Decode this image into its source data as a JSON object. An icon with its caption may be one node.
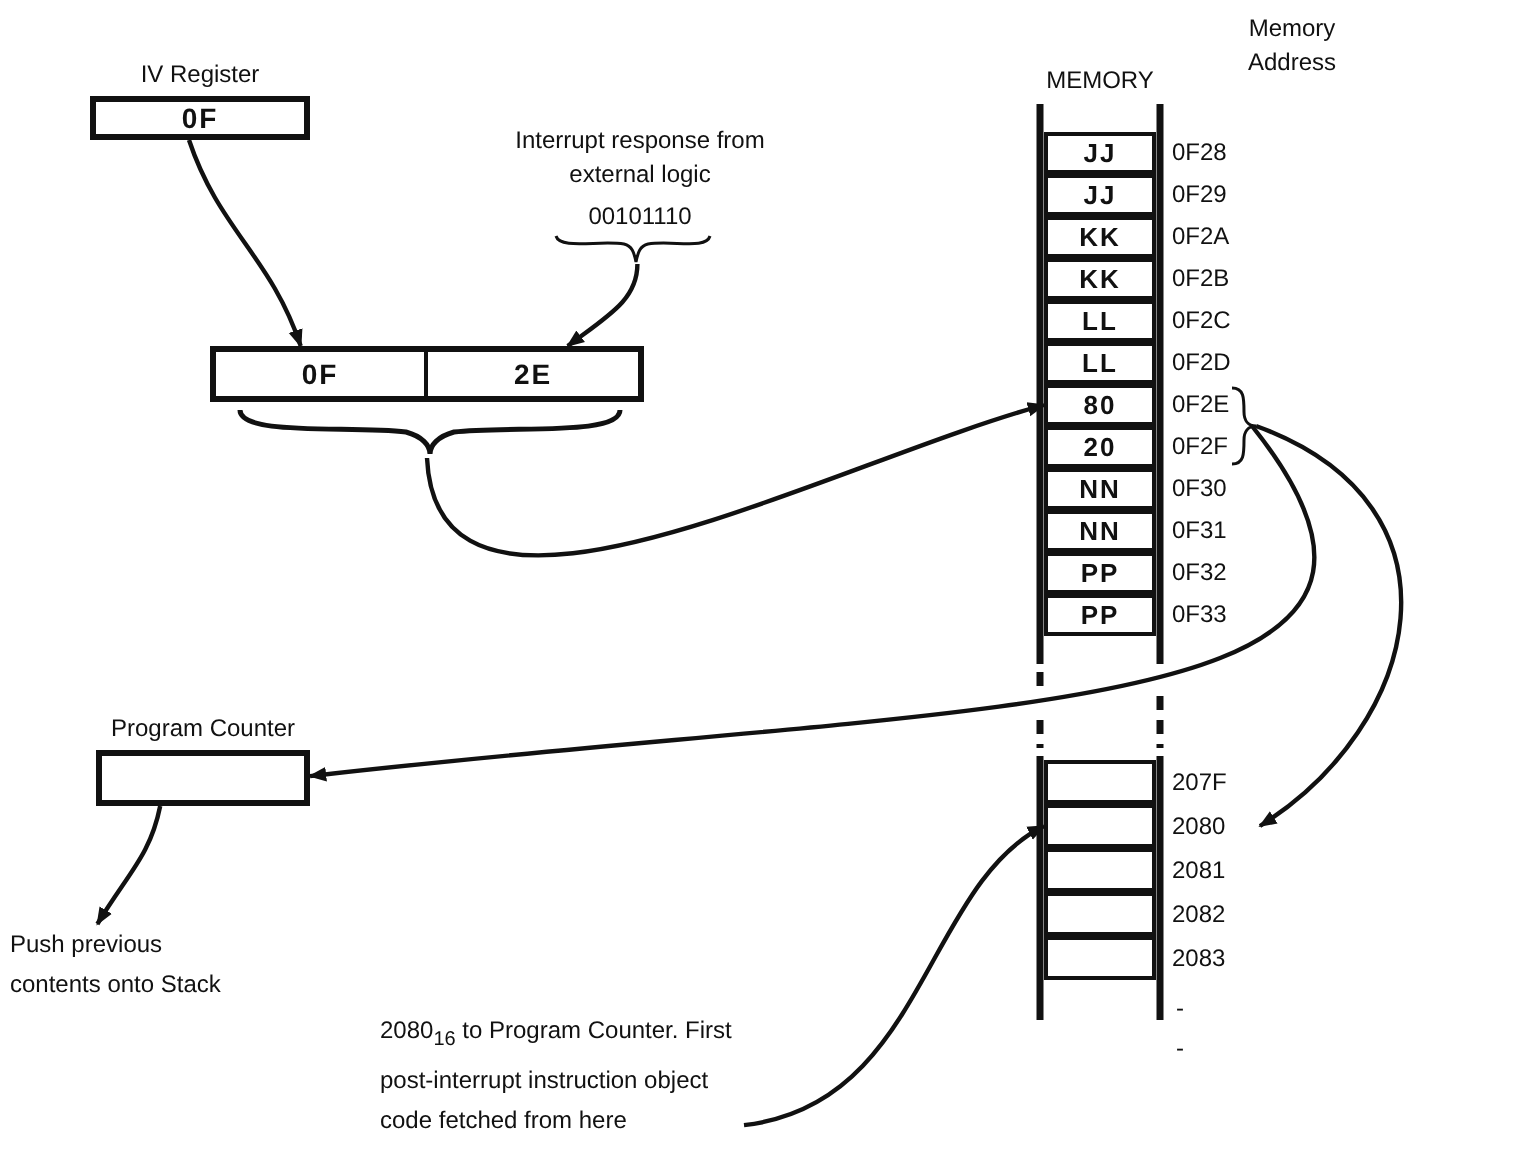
{
  "diagram": {
    "nodes": [
      {
        "text": [
          "IV Register",
          "0F"
        ]
      },
      {
        "text": [
          "Interrupt response from external logic",
          "00101110"
        ]
      },
      {
        "text": [
          "0F"
        ]
      },
      {
        "text": [
          "2E"
        ]
      },
      {
        "text": [
          "MEMORY"
        ]
      },
      {
        "text": [
          "JJ"
        ],
        "in": 4,
        "beside": [
          "0F28"
        ]
      },
      {
        "text": [
          "JJ"
        ],
        "in": 4,
        "beside": [
          "0F29"
        ]
      },
      {
        "text": [
          "KK"
        ],
        "in": 4,
        "beside": [
          "0F2A"
        ]
      },
      {
        "text": [
          "KK"
        ],
        "in": 4,
        "beside": [
          "0F2B"
        ]
      },
      {
        "text": [
          "LL"
        ],
        "in": 4,
        "beside": [
          "0F2C"
        ]
      },
      {
        "text": [
          "LL"
        ],
        "in": 4,
        "beside": [
          "0F2D"
        ]
      },
      {
        "text": [
          "80"
        ],
        "in": 4,
        "beside": [
          "0F2E"
        ]
      },
      {
        "text": [
          "20"
        ],
        "in": 4,
        "beside": [
          "0F2F"
        ]
      },
      {
        "text": [
          "NN"
        ],
        "in": 4,
        "beside": [
          "0F30"
        ]
      },
      {
        "text": [
          "NN"
        ],
        "in": 4,
        "beside": [
          "0F31"
        ]
      },
      {
        "text": [
          "PP"
        ],
        "in": 4,
        "beside": [
          "0F32"
        ]
      },
      {
        "text": [
          "PP"
        ],
        "in": 4,
        "beside": [
          "0F33"
        ]
      },
      {
        "text": [],
        "shape": "box",
        "in": 4,
        "beside": [
          "207F"
        ]
      },
      {
        "text": [],
        "shape": "box",
        "in": 4,
        "beside": [
          "2080"
        ]
      },
      {
        "text": [],
        "shape": "box",
        "in": 4,
        "beside": [
          "2081"
        ]
      },
      {
        "text": [],
        "shape": "box",
        "in": 4,
        "beside": [
          "2082"
        ]
      },
      {
        "text": [],
        "shape": "box",
        "in": 4,
        "beside": [
          "2083"
        ]
      },
      {
        "text": [
          "Program Counter"
        ]
      },
      {
        "text": [
          "Push previous contents onto Stack"
        ]
      },
      {
        "text": [
          "2080$_{16}$ to Program Counter. First post-interrupt instruction object code fetched from here"
        ]
      }
    ],
    "edges": [
      {
        "from": 0,
        "to": 2,
        "arrow": "to"
      },
      {
        "from": 1,
        "to": 3,
        "arrow": "to"
      },
      {
        "from": 2,
        "to": 11,
        "arrow": "to"
      },
      {
        "from": 3,
        "to": 11,
        "arrow": "to"
      },
      {
        "from": 11,
        "to": 22,
        "arrow": "to"
      },
      {
        "from": 12,
        "to": 22,
        "arrow": "to"
      },
      {
        "from": 11,
        "to": 18,
        "arrow": "to"
      },
      {
        "from": 12,
        "to": 18,
        "arrow": "to"
      },
      {
        "from": 22,
        "to": 23,
        "arrow": "to"
      },
      {
        "from": 24,
        "to": 18,
        "arrow": "to"
      }
    ],
    "labels": [
      "Memory Address",
      "-",
      "-"
    ]
  }
}
